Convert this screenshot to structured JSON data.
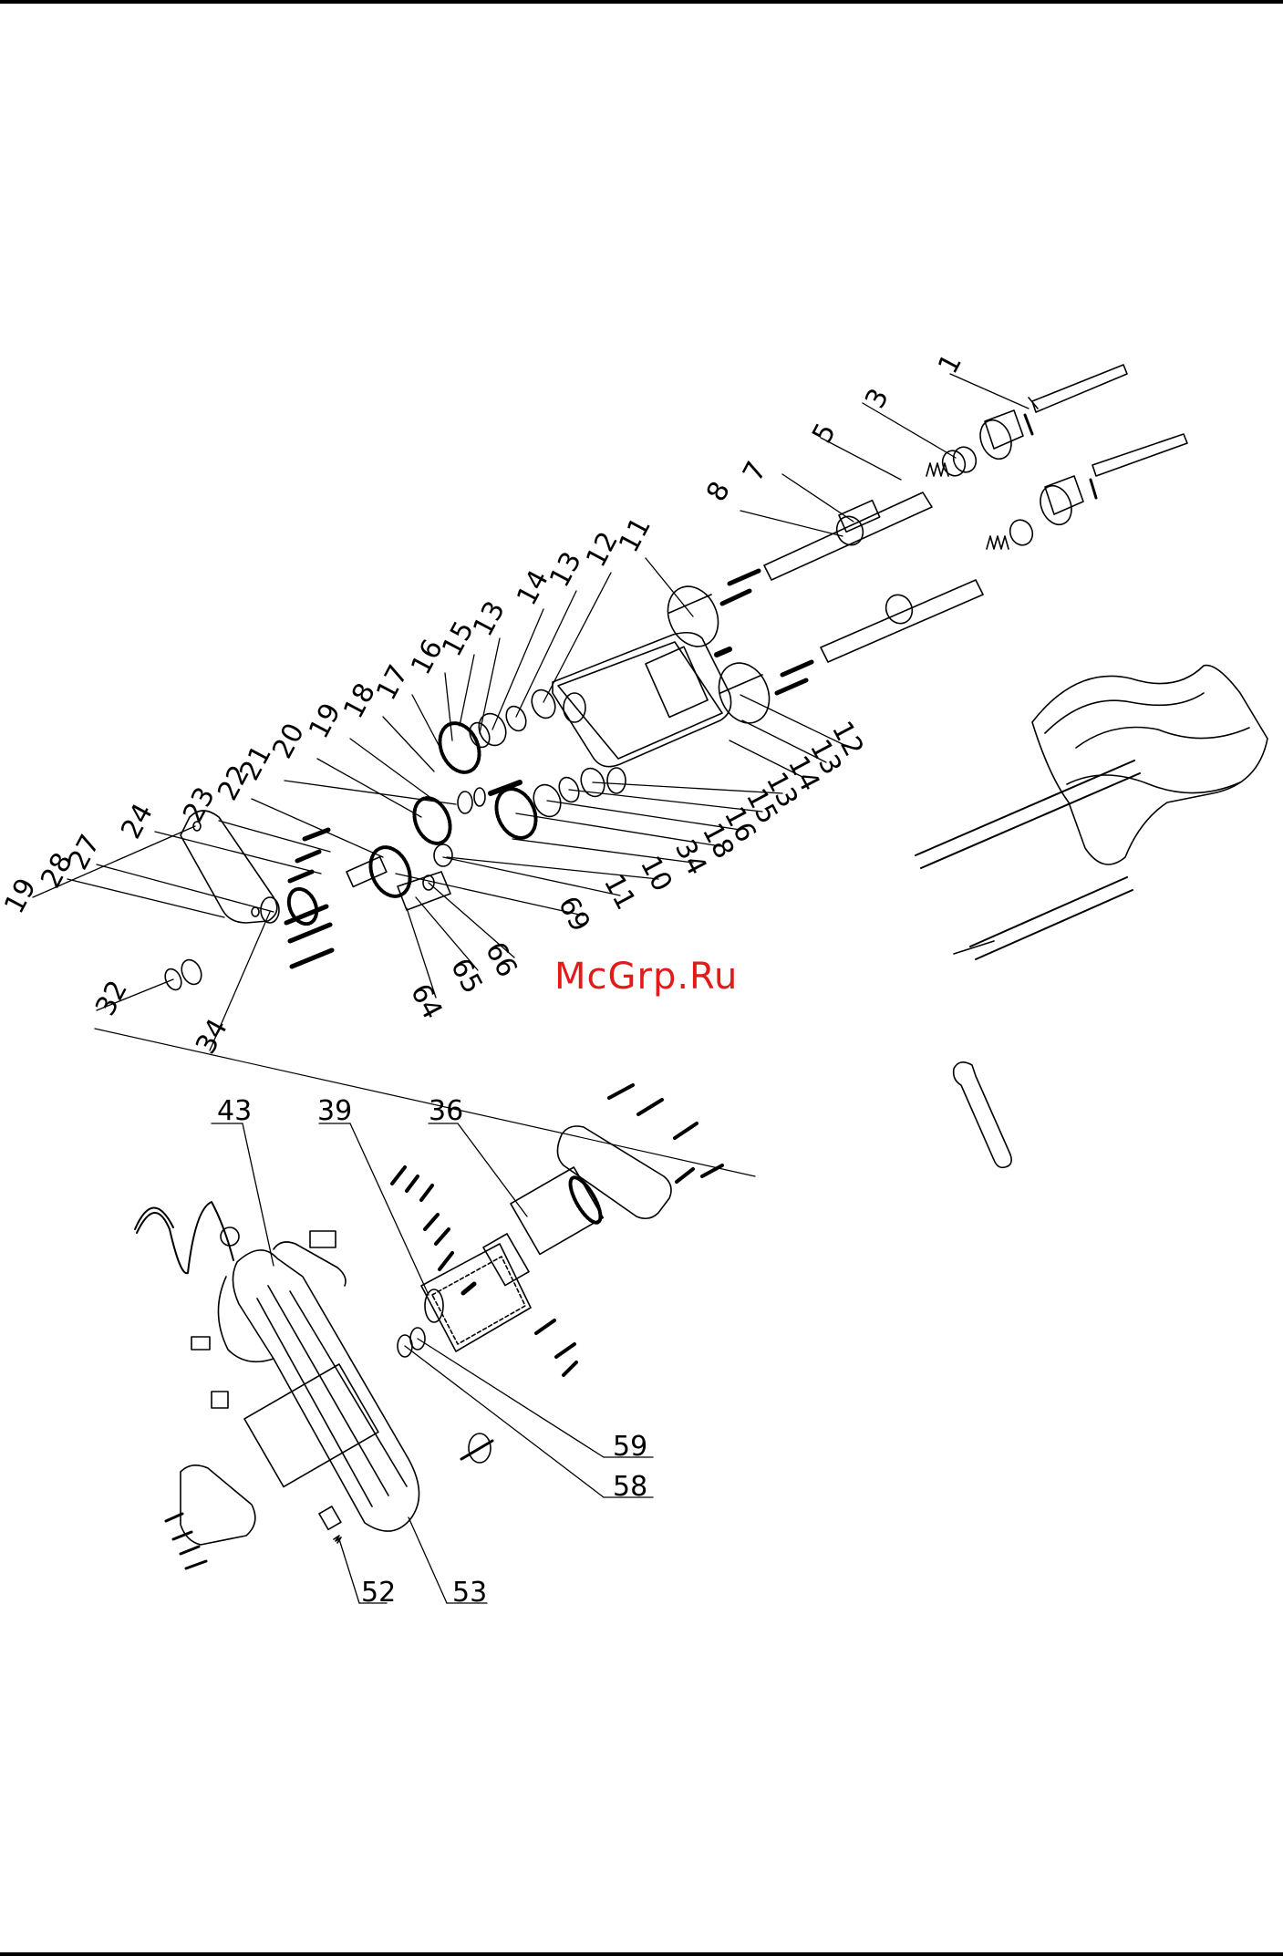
{
  "watermark": "McGrp.Ru",
  "callouts": [
    "1",
    "3",
    "5",
    "7",
    "8",
    "11",
    "12",
    "13",
    "14",
    "13",
    "15",
    "16",
    "17",
    "18",
    "19",
    "20",
    "21",
    "22",
    "23",
    "24",
    "27",
    "28",
    "19",
    "32",
    "34",
    "12",
    "13",
    "14",
    "13",
    "15",
    "16",
    "18",
    "34",
    "10",
    "11",
    "69",
    "66",
    "65",
    "64",
    "43",
    "39",
    "36",
    "59",
    "58",
    "52",
    "53"
  ]
}
